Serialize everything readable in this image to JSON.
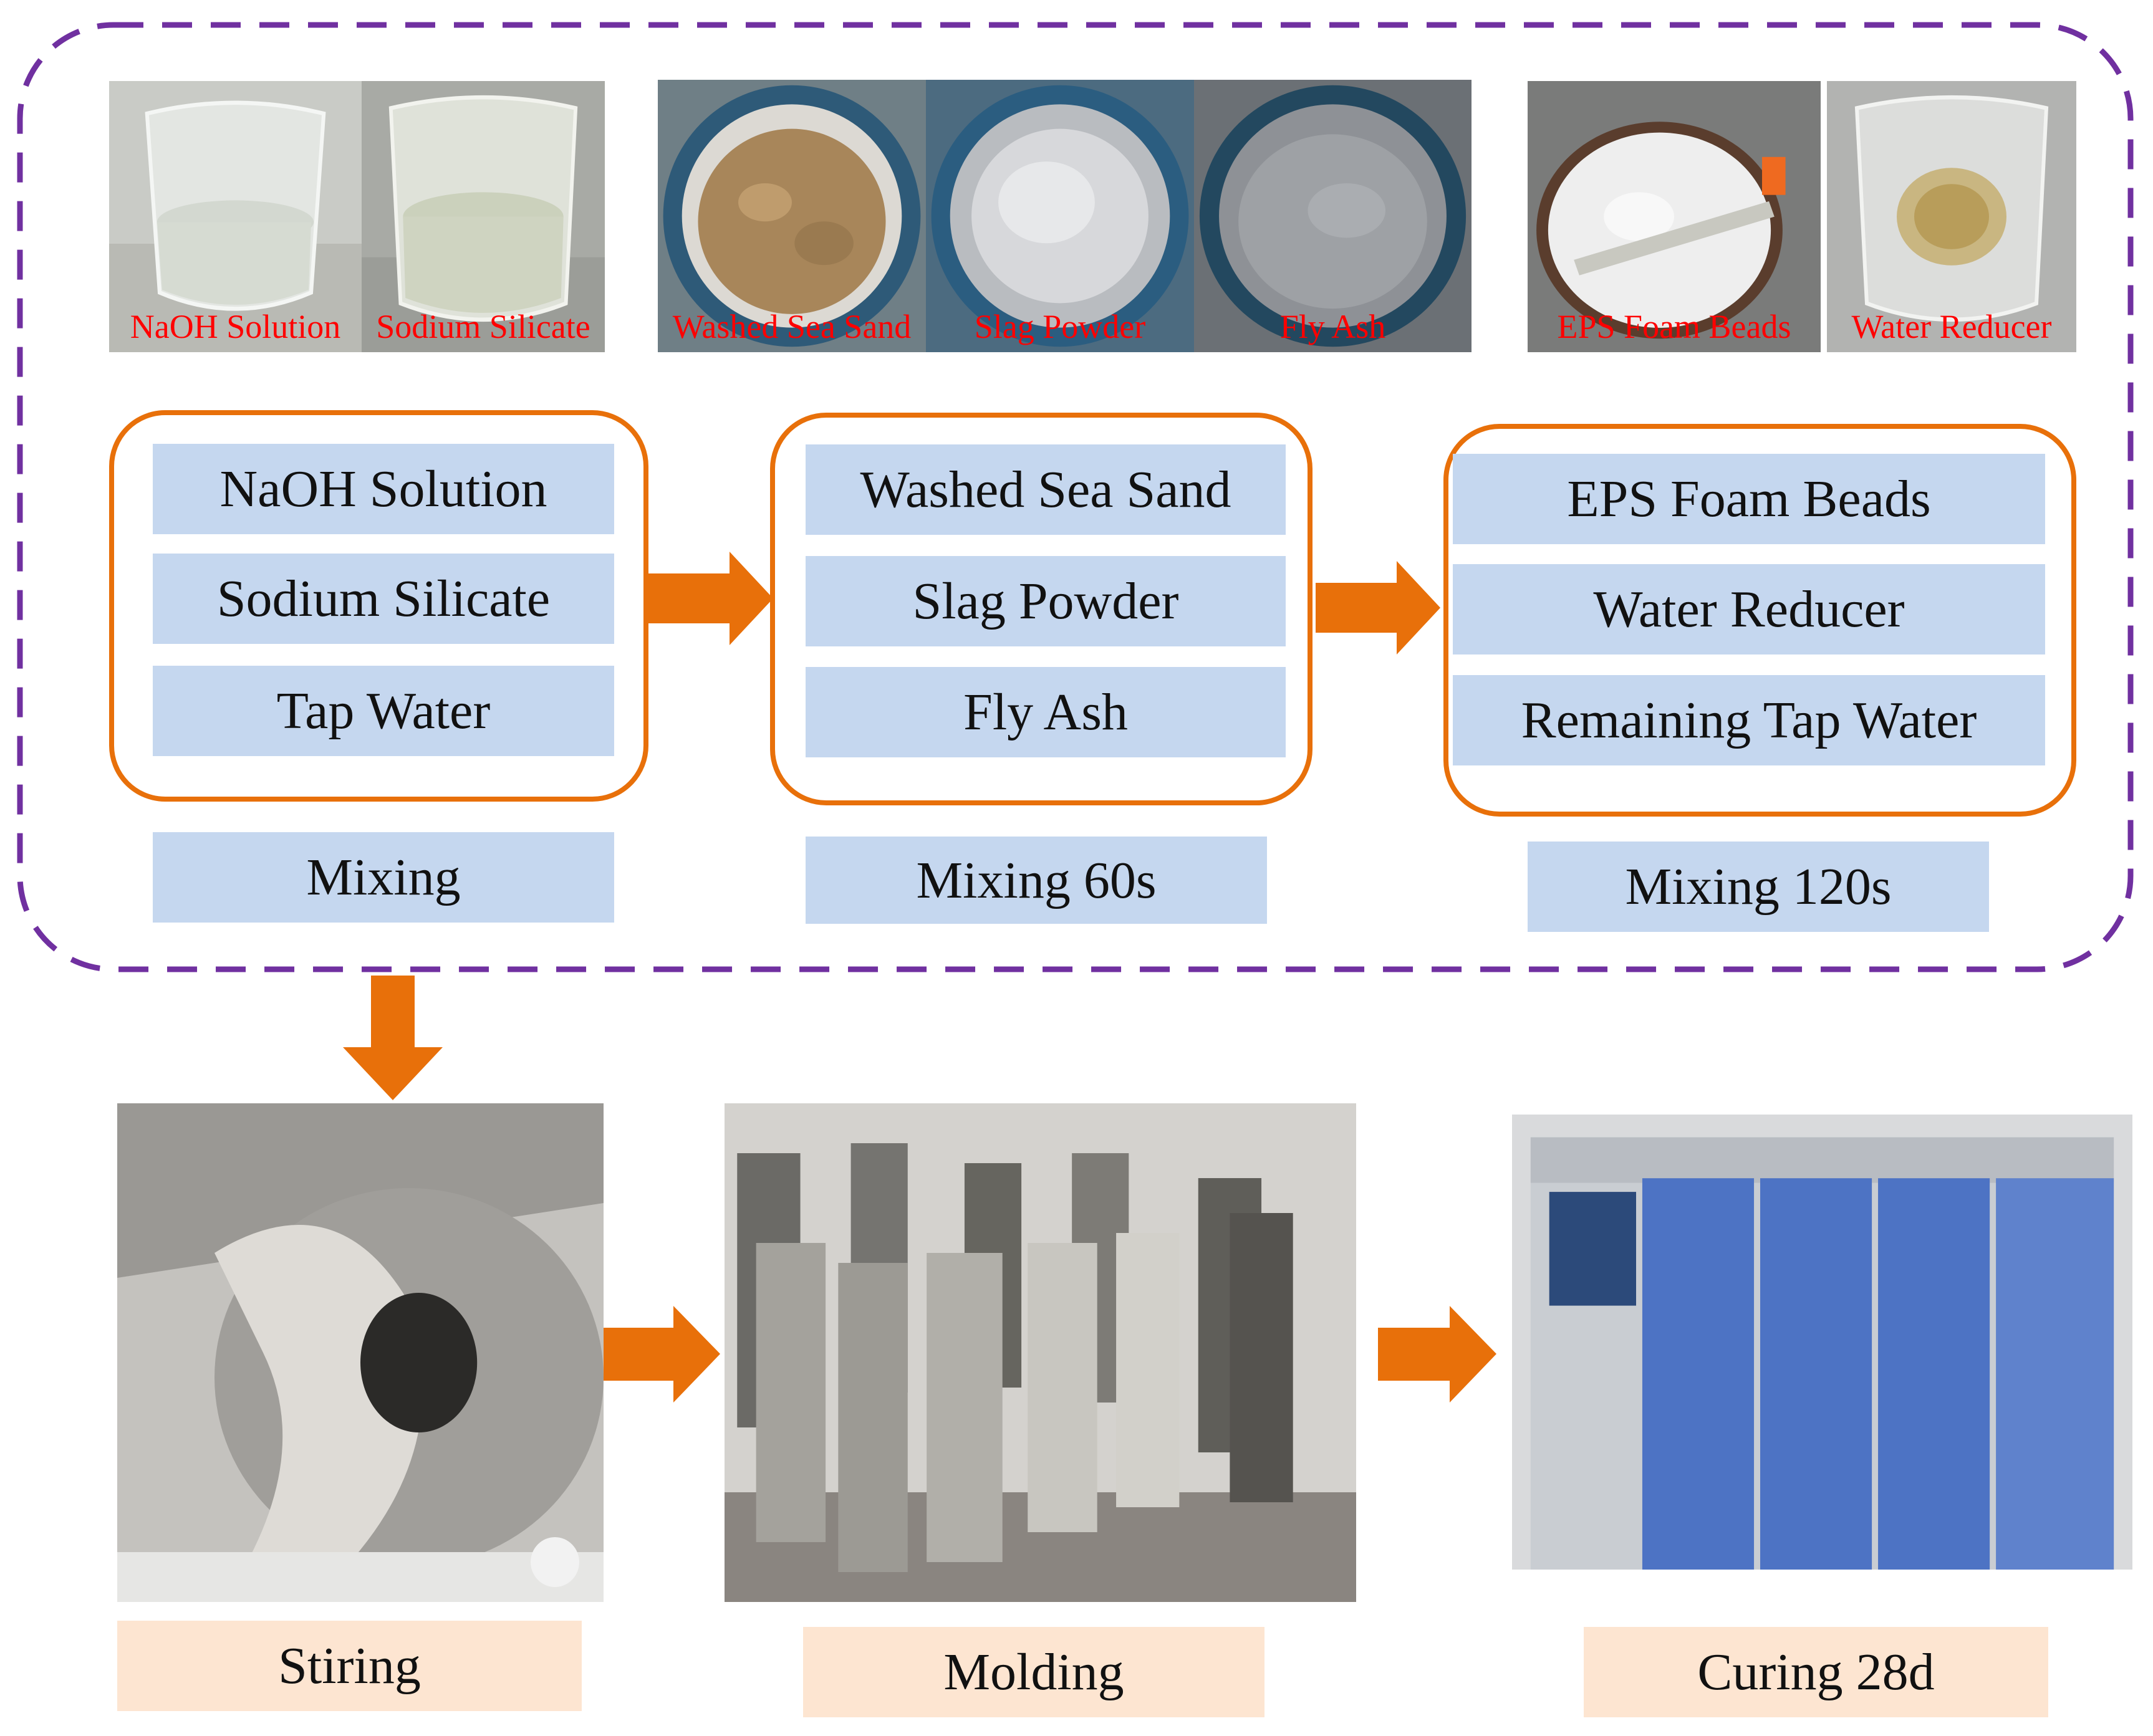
{
  "ingredient_photos": [
    {
      "caption": "NaOH Solution",
      "image": "beaker-clear-liquid"
    },
    {
      "caption": "Sodium Silicate",
      "image": "beaker-clear-liquid"
    },
    {
      "caption": "Washed Sea Sand",
      "image": "bucket-sand"
    },
    {
      "caption": "Slag Powder",
      "image": "bucket-white-powder"
    },
    {
      "caption": "Fly Ash",
      "image": "bucket-grey-powder"
    },
    {
      "caption": "EPS Foam Beads",
      "image": "tray-foam-beads"
    },
    {
      "caption": "Water Reducer",
      "image": "beaker-yellow-liquid"
    }
  ],
  "groups": [
    {
      "items": [
        "NaOH Solution",
        "Sodium Silicate",
        "Tap Water"
      ],
      "step": "Mixing"
    },
    {
      "items": [
        "Washed Sea Sand",
        "Slag Powder",
        "Fly Ash"
      ],
      "step": "Mixing 60s"
    },
    {
      "items": [
        "EPS Foam Beads",
        "Water Reducer",
        "Remaining Tap Water"
      ],
      "step": "Mixing 120s"
    }
  ],
  "process": [
    {
      "label": "Stiring",
      "image": "mixer-drum"
    },
    {
      "label": "Molding",
      "image": "concrete-prism-specimens"
    },
    {
      "label": "Curing 28d",
      "image": "curing-cabinet"
    }
  ],
  "colors": {
    "arrow": "#e8700a",
    "dashed_border": "#7030a0",
    "label_fill": "#c5d7ef",
    "step_fill": "#fde5d1",
    "caption_text": "#ff0000"
  }
}
